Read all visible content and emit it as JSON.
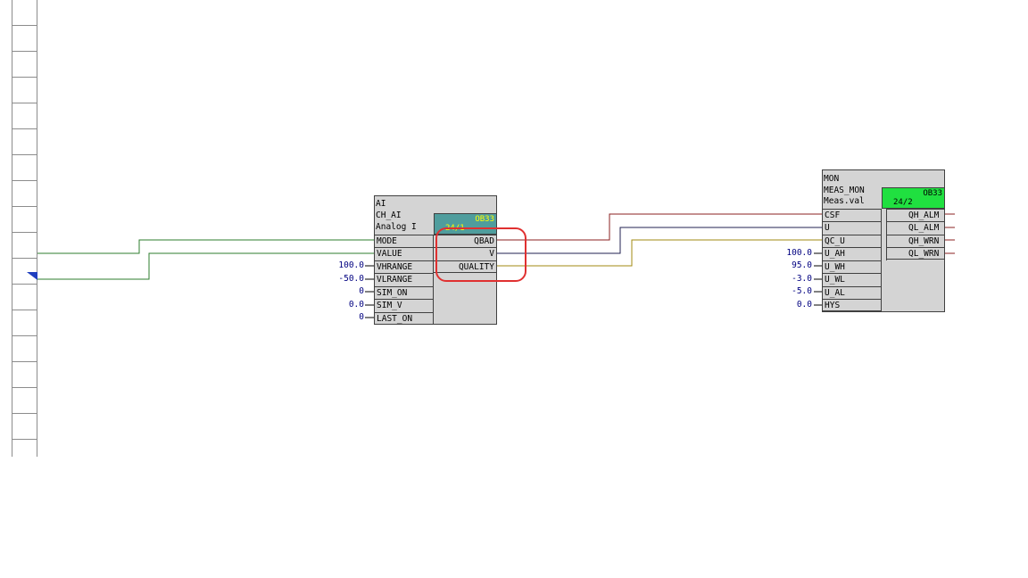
{
  "block_ai": {
    "header": [
      "AI",
      "CH_AI",
      "Analog I"
    ],
    "ob": "OB33",
    "runtime": "24/1",
    "inputs": [
      {
        "name": "MODE",
        "value": ""
      },
      {
        "name": "VALUE",
        "value": ""
      },
      {
        "name": "VHRANGE",
        "value": "100.0"
      },
      {
        "name": "VLRANGE",
        "value": "-50.0"
      },
      {
        "name": "SIM_ON",
        "value": "0"
      },
      {
        "name": "SIM_V",
        "value": "0.0"
      },
      {
        "name": "LAST_ON",
        "value": "0"
      }
    ],
    "outputs": [
      "QBAD",
      "V",
      "QUALITY"
    ]
  },
  "block_mon": {
    "header": [
      "MON",
      "MEAS_MON",
      "Meas.val"
    ],
    "ob": "OB33",
    "runtime": "24/2",
    "inputs": [
      {
        "name": "CSF",
        "value": ""
      },
      {
        "name": "U",
        "value": ""
      },
      {
        "name": "QC_U",
        "value": ""
      },
      {
        "name": "U_AH",
        "value": "100.0"
      },
      {
        "name": "U_WH",
        "value": "95.0"
      },
      {
        "name": "U_WL",
        "value": "-3.0"
      },
      {
        "name": "U_AL",
        "value": "-5.0"
      },
      {
        "name": "HYS",
        "value": "0.0"
      }
    ],
    "outputs": [
      "QH_ALM",
      "QL_ALM",
      "QH_WRN",
      "QL_WRN"
    ]
  },
  "colors": {
    "green_wire": "#2e7d2e",
    "darkred_wire": "#8b2020",
    "navy_wire": "#202050",
    "olive_wire": "#a08a10",
    "teal_ob": "#4f9d9d",
    "green_ob": "#20e040",
    "highlight": "#e03030"
  }
}
